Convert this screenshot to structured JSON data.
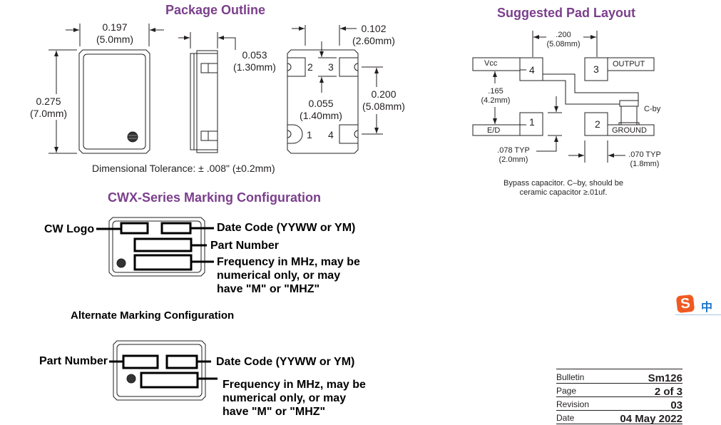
{
  "package_outline": {
    "title": "Package Outline",
    "width_in": "0.197",
    "width_mm": "(5.0mm)",
    "height_in": "0.275",
    "height_mm": "(7.0mm)",
    "thickness_in": "0.053",
    "thickness_mm": "(1.30mm)",
    "pad_width_in": "0.102",
    "pad_width_mm": "(2.60mm)",
    "pad_gap_in": "0.055",
    "pad_gap_mm": "(1.40mm)",
    "pad_pitch_in": "0.200",
    "pad_pitch_mm": "(5.08mm)",
    "pins": [
      "1",
      "2",
      "3",
      "4"
    ],
    "tolerance": "Dimensional Tolerance: ± .008\" (±0.2mm)"
  },
  "pad_layout": {
    "title": "Suggested Pad Layout",
    "pitch_in": ".200",
    "pitch_mm": "(5.08mm)",
    "vertical_in": ".165",
    "vertical_mm": "(4.2mm)",
    "pad_height": ".078 TYP",
    "pad_height_mm": "(2.0mm)",
    "pad_width": ".070 TYP",
    "pad_width_mm": "(1.8mm)",
    "pins": [
      "1",
      "2",
      "3",
      "4"
    ],
    "labels": {
      "vcc": "Vcc",
      "output": "OUTPUT",
      "ed": "E/D",
      "ground": "GROUND",
      "cby": "C-by"
    },
    "note_line1": "Bypass capacitor. C–by, should be",
    "note_line2": "ceramic capacitor ≥.01uf."
  },
  "marking": {
    "title": "CWX-Series Marking Configuration",
    "cw_logo": "CW Logo",
    "date_code": "Date Code (YYWW or YM)",
    "part_number": "Part Number",
    "freq_line1": "Frequency in MHz, may be",
    "freq_line2": "numerical only, or may",
    "freq_line3": "have \"M\" or \"MHZ\""
  },
  "alt_marking": {
    "title": "Alternate Marking Configuration",
    "part_number": "Part Number",
    "date_code": "Date Code (YYWW or YM)",
    "freq_line1": "Frequency in MHz, may be",
    "freq_line2": "numerical only, or may",
    "freq_line3": "have \"M\" or \"MHZ\""
  },
  "info_table": [
    {
      "label": "Bulletin",
      "value": "Sm126"
    },
    {
      "label": "Page",
      "value": "2 of 3"
    },
    {
      "label": "Revision",
      "value": "03"
    },
    {
      "label": "Date",
      "value": "04 May 2022"
    }
  ],
  "ime_indicator": {
    "logo": "S",
    "lang": "中"
  },
  "colors": {
    "title": "#7b3f8c",
    "line": "#231f20",
    "ime_orange": "#f05a22",
    "ime_blue": "#1a73c8"
  }
}
